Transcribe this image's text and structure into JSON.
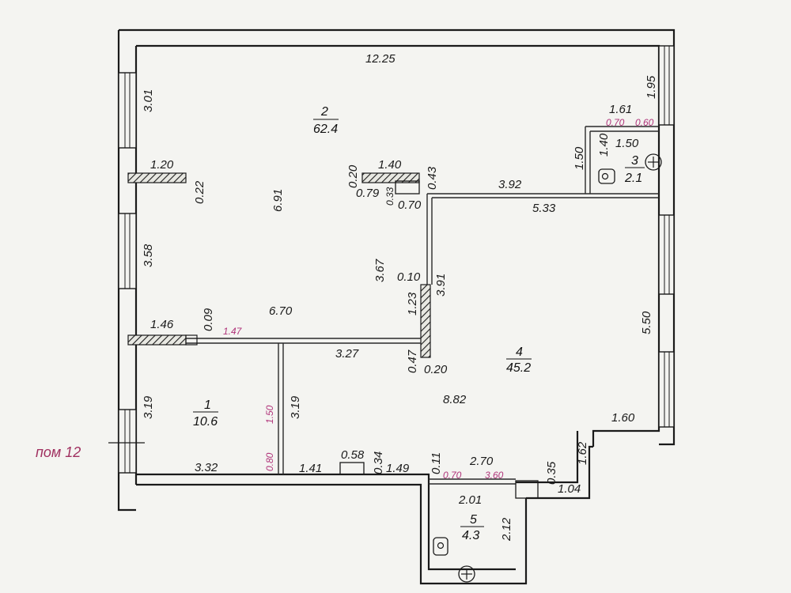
{
  "rooms": [
    {
      "id": "1",
      "area": "10.6"
    },
    {
      "id": "2",
      "area": "62.4"
    },
    {
      "id": "3",
      "area": "2.1"
    },
    {
      "id": "4",
      "area": "45.2"
    },
    {
      "id": "5",
      "area": "4.3"
    }
  ],
  "external_label": "пом 12",
  "dimensions": {
    "top_length": "12.25",
    "right_top_wall": "1.95",
    "left_top": "3.01",
    "col_120": "1.20",
    "col_022": "0.22",
    "height_691": "6.91",
    "col_020a": "0.20",
    "col_140": "1.40",
    "col_043": "0.43",
    "col_079": "0.79",
    "col_033": "0.33",
    "col_070a": "0.70",
    "corr_392": "3.92",
    "corr_533": "5.33",
    "bath3_161": "1.61",
    "bath3_150a": "1.50",
    "bath3_140": "1.40",
    "bath3_150b": "1.50",
    "bath3_070": "0.70",
    "bath3_060": "0.60",
    "left_358": "3.58",
    "mid_367": "3.67",
    "mid_010": "0.10",
    "mid_391": "3.91",
    "mid_123": "1.23",
    "right_550": "5.50",
    "left_146": "1.46",
    "left_009": "0.09",
    "width_670": "6.70",
    "small_147": "1.47",
    "wall_327": "3.27",
    "col_047": "0.47",
    "col_020b": "0.20",
    "room4_882": "8.82",
    "left_319": "3.19",
    "room1_319": "3.19",
    "room1_150": "1.50",
    "right_160": "1.60",
    "right_162": "1.62",
    "bottom_332": "3.32",
    "room1_080": "0.80",
    "bottom_141": "1.41",
    "bottom_058": "0.58",
    "bottom_034": "0.34",
    "bottom_149": "1.49",
    "bottom_011": "0.11",
    "bottom_270": "2.70",
    "bottom_070": "0.70",
    "bottom_360": "3.60",
    "bottom_035": "0.35",
    "bottom_104": "1.04",
    "bath5_201": "2.01",
    "bath5_212": "2.12"
  }
}
